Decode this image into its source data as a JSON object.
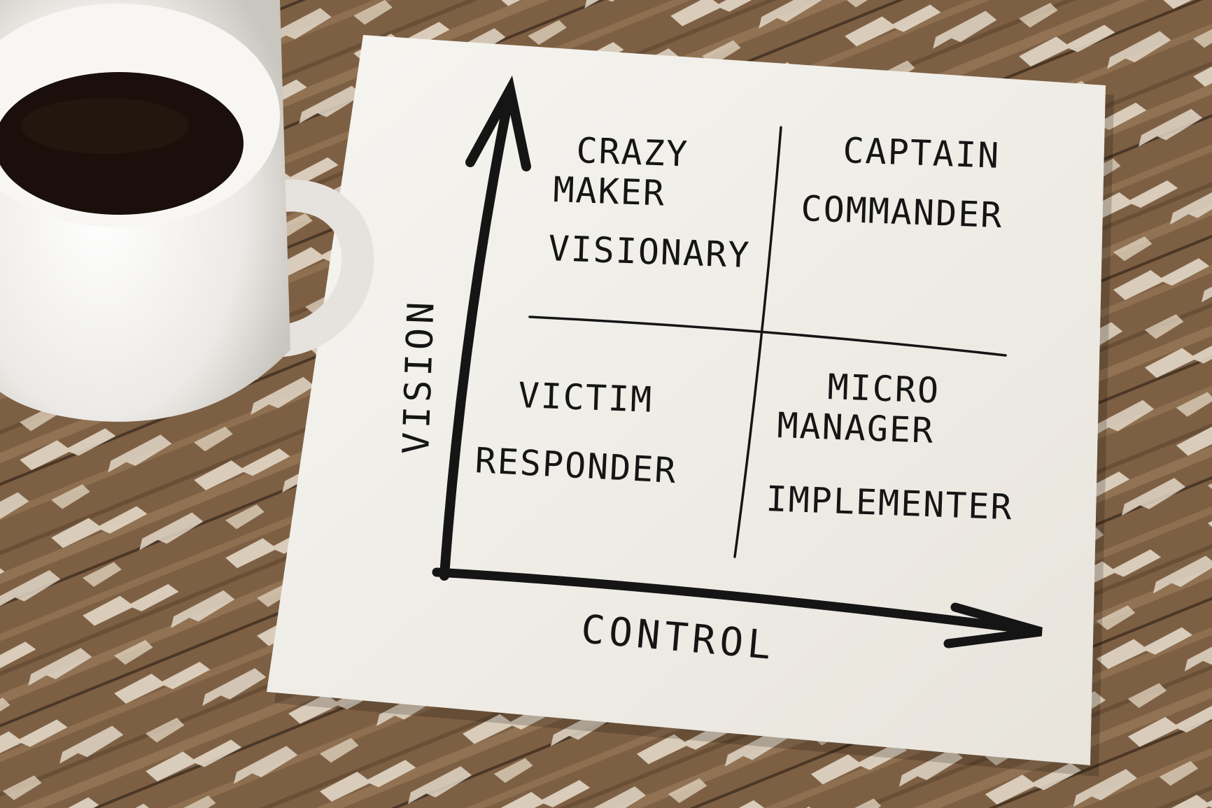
{
  "scene": {
    "table_color": "#8a6a4c",
    "paint_color": "#e9dfcf",
    "napkin_color": "#f3f1ec",
    "ink_color": "#151515",
    "coffee_color": "#1a0f0a"
  },
  "diagram": {
    "y_axis_label": "VISION",
    "x_axis_label": "CONTROL",
    "quadrants": {
      "top_left": [
        "CRAZY",
        "MAKER",
        "VISIONARY"
      ],
      "top_right": [
        "CAPTAIN",
        "COMMANDER"
      ],
      "bottom_left": [
        "VICTIM",
        "RESPONDER"
      ],
      "bottom_right": [
        "MICRO",
        "MANAGER",
        "IMPLEMENTER"
      ]
    }
  }
}
